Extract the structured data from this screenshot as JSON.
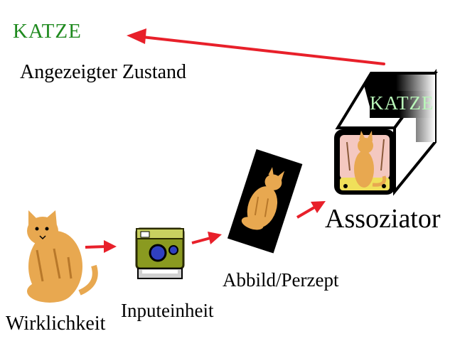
{
  "diagram": {
    "labels": {
      "output_word": "KATZE",
      "displayed_state": "Angezeigter Zustand",
      "associator": "Assoziator",
      "percept": "Abbild/Perzept",
      "input_unit": "Inputeinheit",
      "reality": "Wirklichkeit",
      "box_word": "KATZE"
    },
    "icons": {
      "reality": "cat-icon",
      "input": "instant-camera-icon",
      "percept": "cat-photo-icon",
      "associator": "associator-box-icon"
    },
    "colors": {
      "output_text": "#1f8a1f",
      "box_text": "#b8f5b8",
      "arrow": "#e8202a",
      "cat_fur": "#e8a850",
      "cat_stripe": "#b8782a",
      "box_window": "#f4c8c0",
      "box_floor": "#f0e05a",
      "camera_body": "#8a9a20",
      "camera_lens": "#3040c0"
    }
  }
}
